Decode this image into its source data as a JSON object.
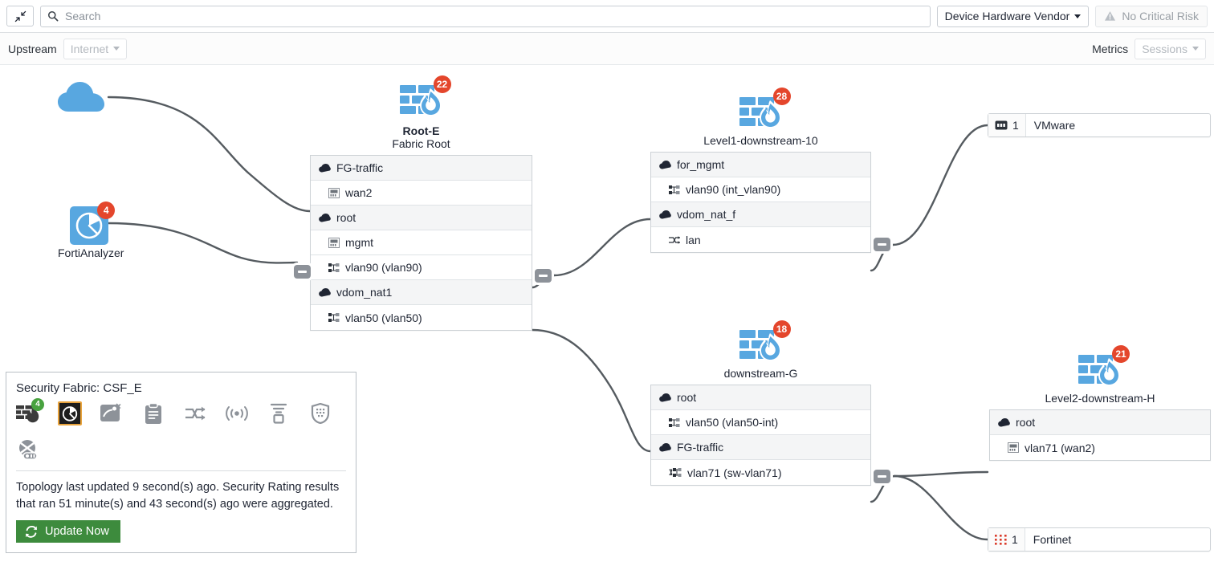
{
  "toolbar": {
    "collapse_icon": "collapse-arrows-icon",
    "search": {
      "icon": "search-icon",
      "value": "",
      "placeholder": "Search"
    },
    "vendor_filter": {
      "label": "Device Hardware Vendor",
      "icon": "chevron-down-icon"
    },
    "risk_status": {
      "label": "No Critical Risk",
      "icon": "warning-triangle-icon"
    }
  },
  "subbar": {
    "upstream_label": "Upstream",
    "upstream_value": "Internet",
    "metrics_label": "Metrics",
    "metrics_value": "Sessions"
  },
  "topology": {
    "internet": {
      "name": "internet-cloud",
      "label": ""
    },
    "fortianalyzer": {
      "label": "FortiAnalyzer",
      "badge": "4"
    },
    "devices": [
      {
        "id": "root-e",
        "name": "Root-E",
        "subtitle": "Fabric Root",
        "badge": "22",
        "interfaces": [
          {
            "type": "vdom",
            "icon": "cloud-icon",
            "label": "FG-traffic"
          },
          {
            "type": "port",
            "icon": "ethernet-port-icon",
            "label": "wan2"
          },
          {
            "type": "vdom",
            "icon": "cloud-icon",
            "label": "root"
          },
          {
            "type": "port",
            "icon": "ethernet-port-icon",
            "label": "mgmt"
          },
          {
            "type": "vlan",
            "icon": "vlan-icon",
            "label": "vlan90 (vlan90)"
          },
          {
            "type": "vdom",
            "icon": "cloud-icon",
            "label": "vdom_nat1"
          },
          {
            "type": "vlan",
            "icon": "vlan-icon",
            "label": "vlan50 (vlan50)"
          }
        ]
      },
      {
        "id": "level1-downstream-10",
        "name": "Level1-downstream-10",
        "subtitle": "",
        "badge": "28",
        "interfaces": [
          {
            "type": "vdom",
            "icon": "cloud-icon",
            "label": "for_mgmt"
          },
          {
            "type": "vlan",
            "icon": "vlan-icon",
            "label": "vlan90 (int_vlan90)"
          },
          {
            "type": "vdom",
            "icon": "cloud-icon",
            "label": "vdom_nat_f"
          },
          {
            "type": "switch",
            "icon": "switch-arrows-icon",
            "label": "lan"
          }
        ]
      },
      {
        "id": "downstream-g",
        "name": "downstream-G",
        "subtitle": "",
        "badge": "18",
        "interfaces": [
          {
            "type": "vdom",
            "icon": "cloud-icon",
            "label": "root"
          },
          {
            "type": "vlan",
            "icon": "vlan-icon",
            "label": "vlan50 (vlan50-int)"
          },
          {
            "type": "vdom",
            "icon": "cloud-icon",
            "label": "FG-traffic"
          },
          {
            "type": "swvlan",
            "icon": "sw-vlan-icon",
            "label": "vlan71 (sw-vlan71)"
          }
        ]
      },
      {
        "id": "level2-downstream-h",
        "name": "Level2-downstream-H",
        "subtitle": "",
        "badge": "21",
        "interfaces": [
          {
            "type": "vdom",
            "icon": "cloud-icon",
            "label": "root"
          },
          {
            "type": "port",
            "icon": "ethernet-port-icon",
            "label": "vlan71 (wan2)"
          }
        ]
      }
    ],
    "endpoints": [
      {
        "id": "vmware",
        "icon": "device-icon",
        "count": "1",
        "label": "VMware"
      },
      {
        "id": "fortinet",
        "icon": "fortinet-dots-icon",
        "count": "1",
        "label": "Fortinet"
      }
    ]
  },
  "fabric_panel": {
    "title": "Security Fabric: CSF_E",
    "icons": [
      {
        "name": "fortigate-icon",
        "badge": "4",
        "state": "normal"
      },
      {
        "name": "fortianalyzer-icon",
        "badge": "",
        "state": "selected"
      },
      {
        "name": "fortimanager-icon",
        "badge": "",
        "state": "normal"
      },
      {
        "name": "forticlient-ems-icon",
        "badge": "",
        "state": "normal"
      },
      {
        "name": "fortiswitch-icon",
        "badge": "",
        "state": "normal"
      },
      {
        "name": "fortiap-icon",
        "badge": "",
        "state": "normal"
      },
      {
        "name": "fortisandbox-icon",
        "badge": "",
        "state": "normal"
      },
      {
        "name": "fortimail-shield-icon",
        "badge": "",
        "state": "normal"
      },
      {
        "name": "fortiweb-icon",
        "badge": "",
        "state": "normal"
      }
    ],
    "status_text": "Topology last updated 9 second(s) ago. Security Rating results that ran 51 minute(s) and 43 second(s) ago were aggregated.",
    "update_button": {
      "label": "Update Now",
      "icon": "refresh-icon"
    }
  },
  "colors": {
    "accent_blue": "#58a7e0",
    "badge_red": "#e4462c",
    "badge_green": "#48a23f",
    "button_green": "#3d8b3d",
    "link_gray": "#555b60"
  }
}
